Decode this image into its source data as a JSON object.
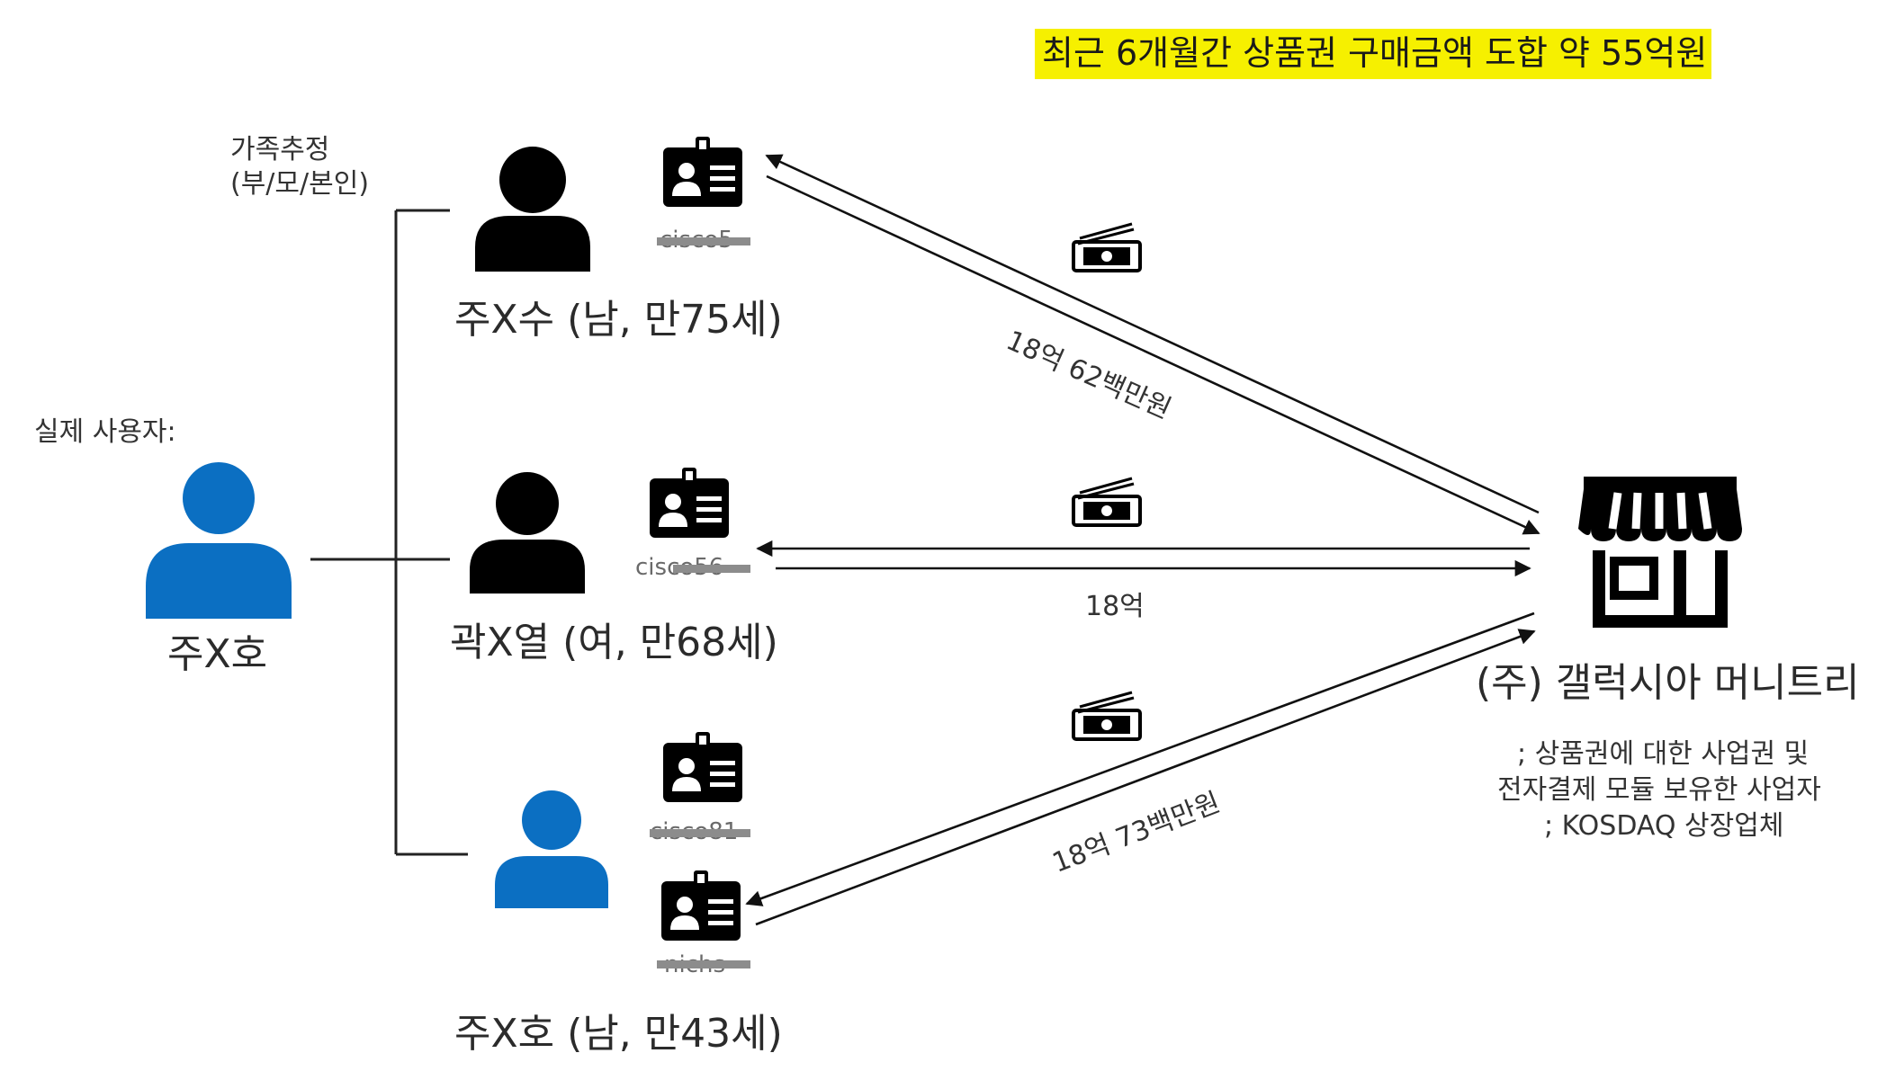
{
  "header": {
    "summary_banner": "최근 6개월간 상품권 구매금액 도합 약 55억원"
  },
  "actual_user": {
    "label": "실제 사용자:",
    "name": "주X호",
    "icon": "person-icon",
    "color": "#0b6fc2"
  },
  "family": {
    "label_line1": "가족추정",
    "label_line2": "(부/모/본인)"
  },
  "accounts": [
    {
      "name": "주X수 (남, 만75세)",
      "icon": "person-icon",
      "color": "#000000",
      "ids": [
        {
          "id_text": "cisco5",
          "icon": "id-card-icon"
        }
      ],
      "amount": "18억 62백만원"
    },
    {
      "name": "곽X열 (여, 만68세)",
      "icon": "person-icon",
      "color": "#000000",
      "ids": [
        {
          "id_text": "cisco56",
          "icon": "id-card-icon"
        }
      ],
      "amount": "18억"
    },
    {
      "name": "주X호 (남, 만43세)",
      "icon": "person-icon",
      "color": "#0b6fc2",
      "ids": [
        {
          "id_text": "cisco81",
          "icon": "id-card-icon"
        },
        {
          "id_text": "nichs",
          "icon": "id-card-icon"
        }
      ],
      "amount": "18억 73백만원"
    }
  ],
  "merchant": {
    "name": "(주) 갤럭시아 머니트리",
    "icon": "store-icon",
    "desc_line1": "; 상품권에 대한 사업권 및",
    "desc_line2": "전자결제 모듈 보유한 사업자",
    "desc_line3": "; KOSDAQ 상장업체"
  },
  "money_icon": "cash-stack-icon"
}
